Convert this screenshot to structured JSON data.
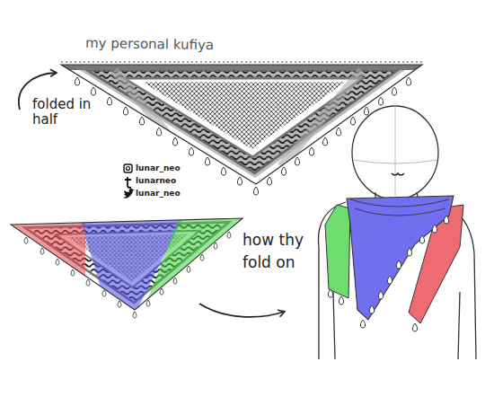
{
  "diagram": {
    "title": "my personal kufiya",
    "labels": [
      "folded in half",
      "lunar_neo",
      "lunarneo",
      "lunar_neo",
      "how thy fold on"
    ]
  }
}
